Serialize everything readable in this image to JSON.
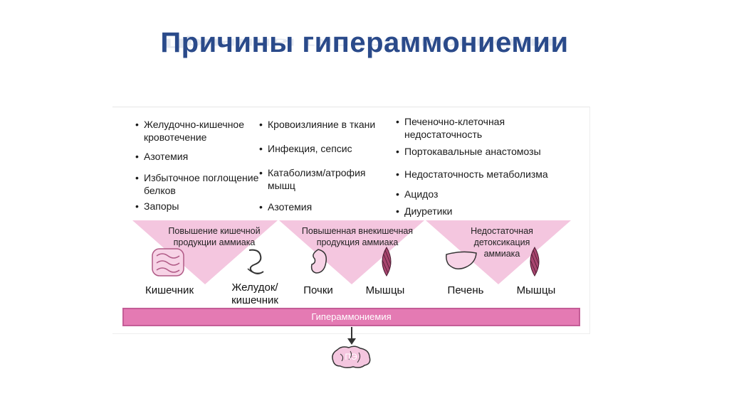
{
  "title": "Причины гипераммониемии",
  "columns": [
    {
      "items": [
        "Желудочно-кишечное кровотечение",
        "Азотемия",
        "Избыточное поглощение белков",
        "Запоры"
      ]
    },
    {
      "items": [
        "Кровоизлияние в ткани",
        "Инфекция, сепсис",
        "Катаболизм/атрофия мышц",
        "Азотемия"
      ]
    },
    {
      "items": [
        "Печеночно-клеточная недостаточность",
        "Портокавальные анастомозы",
        "Недостаточность метаболизма",
        "Ацидоз",
        "Диуретики"
      ]
    }
  ],
  "triangles": [
    {
      "label": "Повышение кишечной продукции аммиака"
    },
    {
      "label": "Повышенная внекишечная продукция аммиака"
    },
    {
      "label": "Недостаточная детоксикация аммиака"
    }
  ],
  "organs": [
    "Кишечник",
    "Желудок/ кишечник",
    "Почки",
    "Мышцы",
    "Печень",
    "Мышцы"
  ],
  "bar_label": "Гипераммониемия",
  "brain_label": "ПЭ",
  "colors": {
    "pink_fill": "#f4c6df",
    "pink_bar": "#e47ab3",
    "title": "#2a4a8a"
  }
}
